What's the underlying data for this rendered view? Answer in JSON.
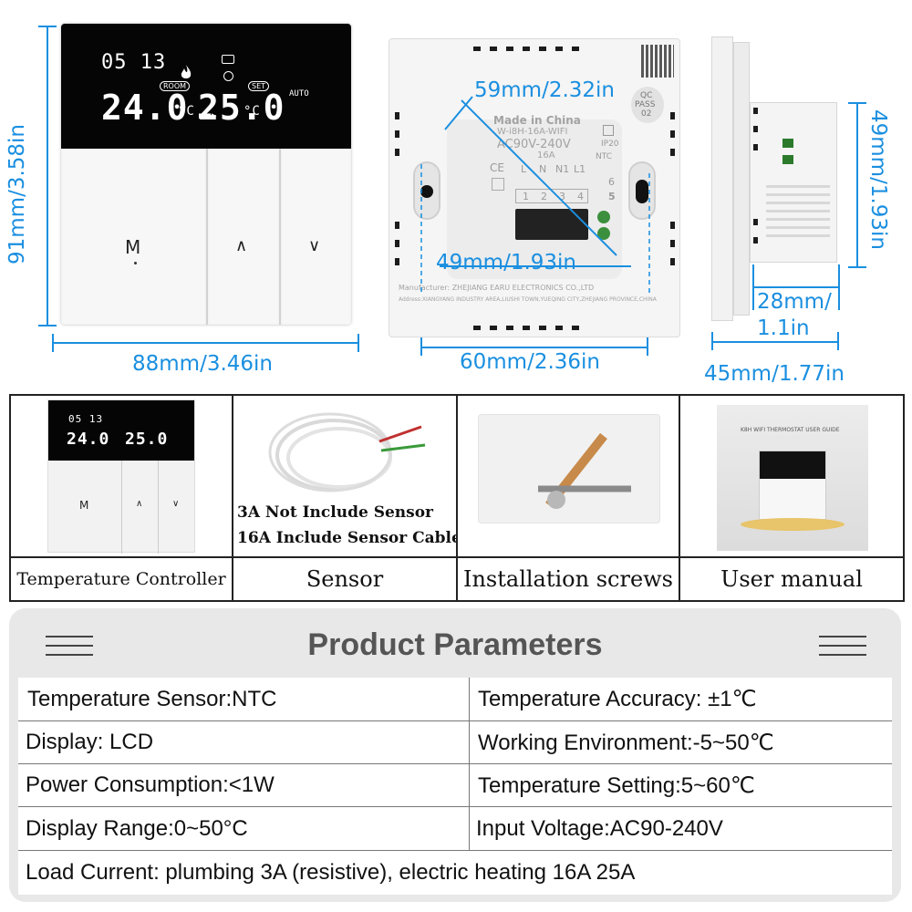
{
  "dimensions": {
    "front_height": "91mm/3.58in",
    "front_width": "88mm/3.46in",
    "back_top": "59mm/2.32in",
    "back_mid": "49mm/1.93in",
    "back_width": "60mm/2.36in",
    "side_height": "49mm/1.93in",
    "side_depth_line1": "28mm/",
    "side_depth_line2": "1.1in",
    "side_width": "45mm/1.77in"
  },
  "display": {
    "date": "05 13",
    "room_label": "ROOM",
    "room_temp": "24.0",
    "set_label": "SET",
    "set_temp": "25.0",
    "unit": "°C",
    "mode": "AUTO"
  },
  "back_label": {
    "qc1": "QC",
    "qc2": "PASS",
    "qc3": "02",
    "made": "Made in China",
    "model": "W-i8H-16A-WIFI",
    "voltage": "AC90V-240V",
    "current": "16A",
    "ip": "IP20",
    "ntc": "NTC",
    "ce": "CE",
    "terminals": [
      "L",
      "N",
      "N1",
      "L1"
    ],
    "numbers": [
      "1",
      "2",
      "3",
      "4"
    ],
    "ntc_numbers": [
      "6",
      "5"
    ],
    "manufacturer": "Manufacturer: ZHEJIANG EARU ELECTRONICS CO.,LTD",
    "address": "Address:XIANGYANG INDUSTRY AREA,LIUSHI TOWN,YUEQING CITY,ZHEJIANG PROVINCE,CHINA"
  },
  "accessories": {
    "sensor_note1": "3A Not Include Sensor",
    "sensor_note2": "16A Include Sensor Cable",
    "manual_title": "K8H WIFI THERMOSTAT USER GUIDE",
    "items": [
      {
        "label": "Temperature Controller"
      },
      {
        "label": "Sensor"
      },
      {
        "label": "Installation screws"
      },
      {
        "label": "User manual"
      }
    ]
  },
  "parameters": {
    "title": "Product Parameters",
    "rows": [
      {
        "left": "Temperature Sensor:NTC",
        "right": "Temperature Accuracy: ±1℃"
      },
      {
        "left": "Display: LCD",
        "right": "Working Environment:-5~50℃"
      },
      {
        "left": "Power Consumption:<1W",
        "right": "Temperature Setting:5~60℃"
      },
      {
        "left": "Display Range:0~50°C",
        "right": "Input Voltage:AC90-240V"
      }
    ],
    "full_row": "Load Current: plumbing 3A (resistive), electric heating 16A 25A"
  },
  "colors": {
    "dimension": "#1a8fe0",
    "panel_bg": "#e8e8e8",
    "screen": "#050505"
  }
}
